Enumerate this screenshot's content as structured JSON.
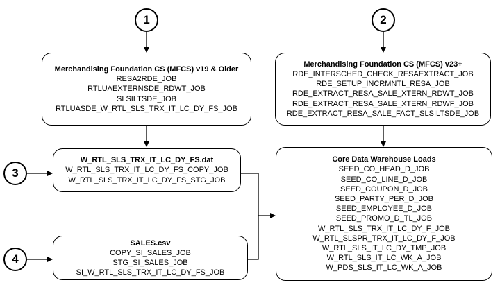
{
  "markers": [
    "1",
    "2",
    "3",
    "4"
  ],
  "box_mfcs_old": {
    "title": "Merchandising Foundation CS (MFCS) v19 & Older",
    "lines": [
      "RESA2RDE_JOB",
      "RTLUAEXTERNSDE_RDWT_JOB",
      "SLSILTSDE_JOB",
      "RTLUASDE_W_RTL_SLS_TRX_IT_LC_DY_FS_JOB"
    ]
  },
  "box_mfcs_new": {
    "title": "Merchandising Foundation CS (MFCS) v23+",
    "lines": [
      "RDE_INTERSCHED_CHECK_RESAEXTRACT_JOB",
      "RDE_SETUP_INCRMNTL_RESA_JOB",
      "RDE_EXTRACT_RESA_SALE_XTERN_RDWT_JOB",
      "RDE_EXTRACT_RESA_SALE_XTERN_RDWF_JOB",
      "RDE_EXTRACT_RESA_SALE_FACT_SLSILTSDE_JOB"
    ]
  },
  "box_dat": {
    "title": "W_RTL_SLS_TRX_IT_LC_DY_FS.dat",
    "lines": [
      "W_RTL_SLS_TRX_IT_LC_DY_FS_COPY_JOB",
      "W_RTL_SLS_TRX_IT_LC_DY_FS_STG_JOB"
    ]
  },
  "box_csv": {
    "title": "SALES.csv",
    "lines": [
      "COPY_SI_SALES_JOB",
      "STG_SI_SALES_JOB",
      "SI_W_RTL_SLS_TRX_IT_LC_DY_FS_JOB"
    ]
  },
  "box_core": {
    "title": "Core Data Warehouse Loads",
    "lines": [
      "SEED_CO_HEAD_D_JOB",
      "SEED_CO_LINE_D_JOB",
      "SEED_COUPON_D_JOB",
      "SEED_PARTY_PER_D_JOB",
      "SEED_EMPLOYEE_D_JOB",
      "SEED_PROMO_D_TL_JOB",
      "W_RTL_SLS_TRX_IT_LC_DY_F_JOB",
      "W_RTL_SLSPR_TRX_IT_LC_DY_F_JOB",
      "W_RTL_SLS_IT_LC_DY_TMP_JOB",
      "W_RTL_SLS_IT_LC_WK_A_JOB",
      "W_PDS_SLS_IT_LC_WK_A_JOB"
    ]
  }
}
